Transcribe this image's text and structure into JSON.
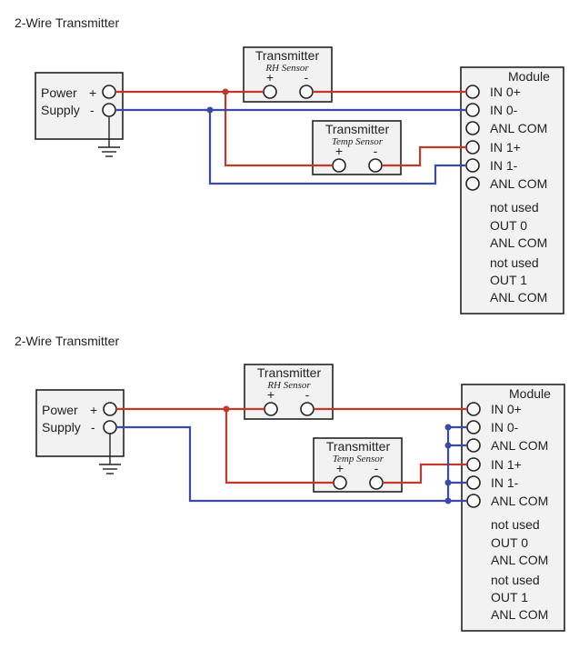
{
  "colors": {
    "positive_wire": "#c0392b",
    "negative_wire": "#3b4aa6",
    "box_fill": "#f2f2f2",
    "outline": "#222222"
  },
  "diagrams": [
    {
      "title": "2-Wire Transmitter",
      "power_supply": {
        "line1": "Power",
        "line2": "Supply",
        "plus": "+",
        "minus": "-",
        "ground_icon": "ground-icon"
      },
      "transmitter_rh": {
        "title": "Transmitter",
        "subtitle": "RH Sensor",
        "plus": "+",
        "minus": "-"
      },
      "transmitter_temp": {
        "title": "Transmitter",
        "subtitle": "Temp Sensor",
        "plus": "+",
        "minus": "-"
      },
      "module": {
        "title": "Module",
        "terminals": [
          "IN 0+",
          "IN 0-",
          "ANL COM",
          "IN 1+",
          "IN 1-",
          "ANL COM"
        ],
        "extra": [
          "not used",
          "OUT 0",
          "ANL COM",
          "not used",
          "OUT 1",
          "ANL COM"
        ]
      }
    },
    {
      "title": "2-Wire Transmitter",
      "power_supply": {
        "line1": "Power",
        "line2": "Supply",
        "plus": "+",
        "minus": "-",
        "ground_icon": "ground-icon"
      },
      "transmitter_rh": {
        "title": "Transmitter",
        "subtitle": "RH Sensor",
        "plus": "+",
        "minus": "-"
      },
      "transmitter_temp": {
        "title": "Transmitter",
        "subtitle": "Temp Sensor",
        "plus": "+",
        "minus": "-"
      },
      "module": {
        "title": "Module",
        "terminals": [
          "IN 0+",
          "IN 0-",
          "ANL COM",
          "IN 1+",
          "IN 1-",
          "ANL COM"
        ],
        "extra": [
          "not used",
          "OUT 0",
          "ANL COM",
          "not used",
          "OUT 1",
          "ANL COM"
        ]
      }
    }
  ]
}
